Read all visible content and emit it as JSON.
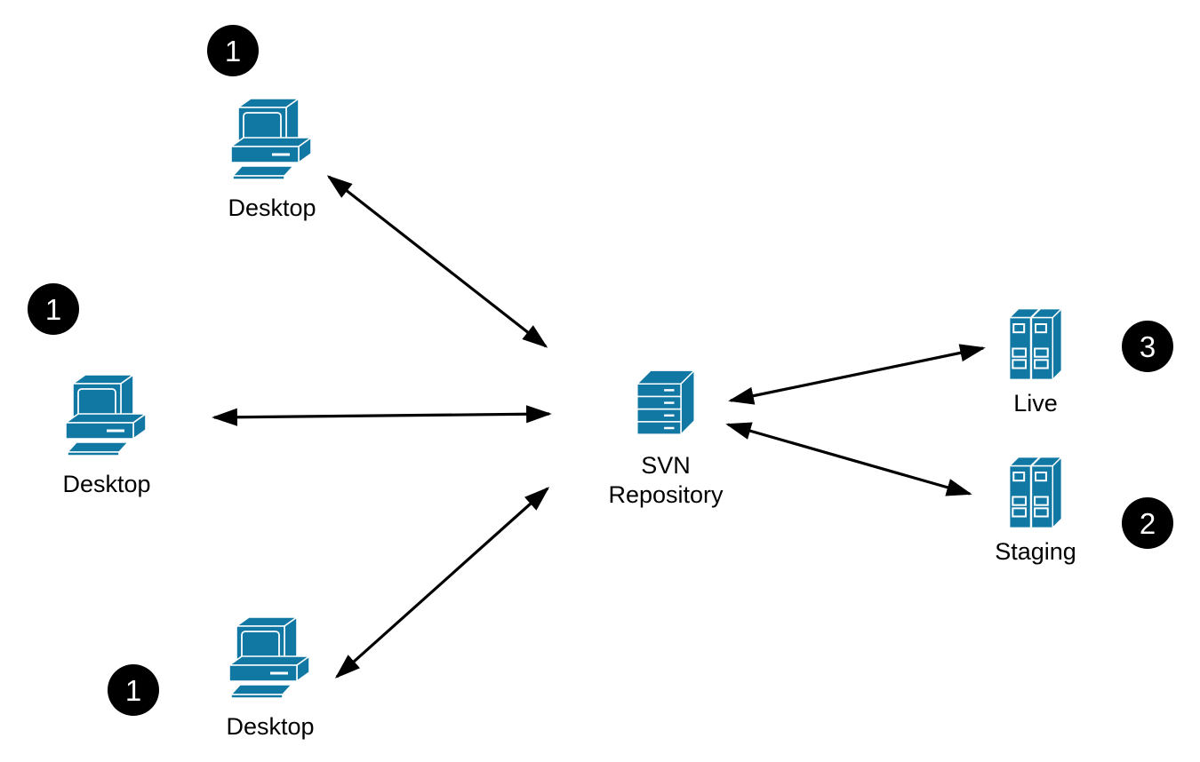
{
  "diagram": {
    "type": "network-deployment-diagram",
    "colors": {
      "icon_accent": "#1178A4",
      "arrow": "#000000",
      "badge_background": "#000000",
      "badge_text": "#FFFFFF",
      "label_text": "#000000",
      "background": "#FFFFFF"
    },
    "nodes": {
      "desktop_top": {
        "label": "Desktop",
        "icon": "desktop-computer-icon",
        "badge": "1"
      },
      "desktop_left": {
        "label": "Desktop",
        "icon": "desktop-computer-icon",
        "badge": "1"
      },
      "desktop_bottom": {
        "label": "Desktop",
        "icon": "desktop-computer-icon",
        "badge": "1"
      },
      "svn_repository": {
        "label_line1": "SVN",
        "label_line2": "Repository",
        "icon": "server-stack-icon"
      },
      "live": {
        "label": "Live",
        "icon": "rack-server-icon",
        "badge": "3"
      },
      "staging": {
        "label": "Staging",
        "icon": "rack-server-icon",
        "badge": "2"
      }
    },
    "edges": [
      {
        "from": "desktop_top",
        "to": "svn_repository",
        "arrow": "bidirectional"
      },
      {
        "from": "desktop_left",
        "to": "svn_repository",
        "arrow": "bidirectional"
      },
      {
        "from": "desktop_bottom",
        "to": "svn_repository",
        "arrow": "bidirectional"
      },
      {
        "from": "svn_repository",
        "to": "live",
        "arrow": "bidirectional"
      },
      {
        "from": "svn_repository",
        "to": "staging",
        "arrow": "bidirectional"
      }
    ]
  }
}
